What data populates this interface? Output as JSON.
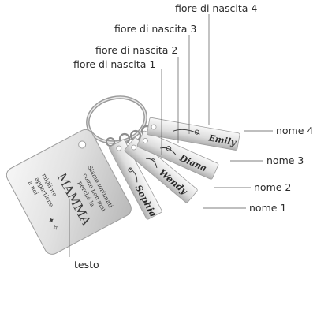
{
  "labels": {
    "birth_flower_4": "fiore di nascita 4",
    "birth_flower_3": "fiore di nascita 3",
    "birth_flower_2": "fiore di nascita 2",
    "birth_flower_1": "fiore di nascita 1",
    "name_4": "nome 4",
    "name_3": "nome 3",
    "name_2": "nome 2",
    "name_1": "nome 1",
    "text": "testo"
  },
  "main_tag": {
    "line1": "Siamo fortunati",
    "line2": "come non mai",
    "line3": "perché la",
    "line4": "MAMMA",
    "line5": "migliore",
    "line6": "appartiene",
    "line7": "a noi"
  },
  "bars": {
    "bar1_name": "Sophia",
    "bar2_name": "Wendy",
    "bar3_name": "Diana",
    "bar4_name": "Emily"
  },
  "colors": {
    "metal_light": "#f4f4f4",
    "metal_mid": "#d7d7d7",
    "metal_dark": "#a9a9a9",
    "engraving": "#2a2a2a"
  }
}
